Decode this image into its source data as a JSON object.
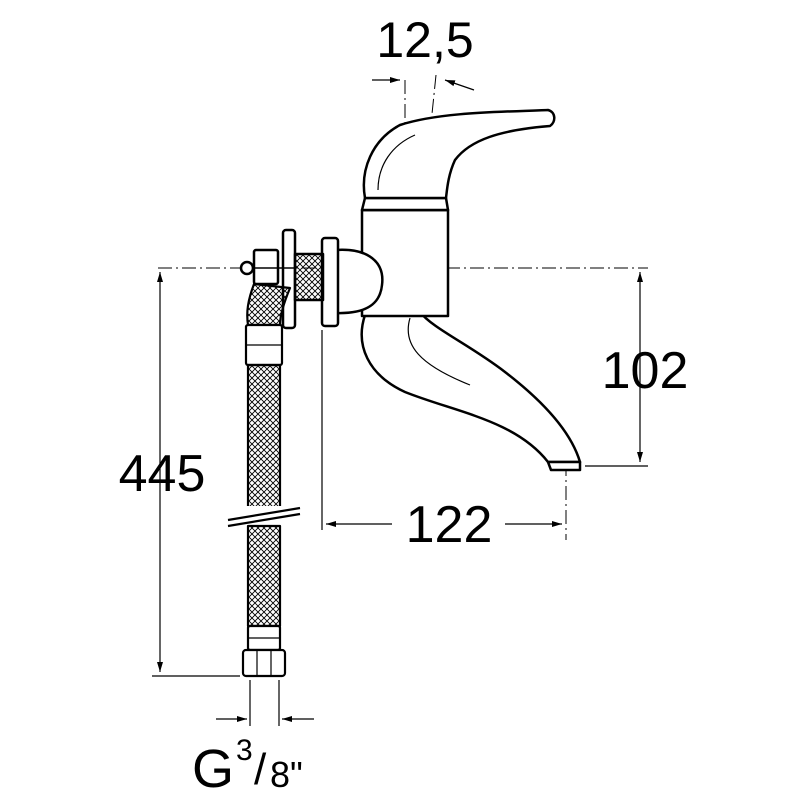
{
  "dimensions": {
    "offset_angle": "12,5",
    "height_to_spout": "102",
    "spout_reach": "122",
    "hose_length": "445",
    "connection_prefix": "G",
    "connection_numerator": "3",
    "connection_denominator": "8\""
  },
  "colors": {
    "line": "#000000",
    "background": "#ffffff"
  }
}
